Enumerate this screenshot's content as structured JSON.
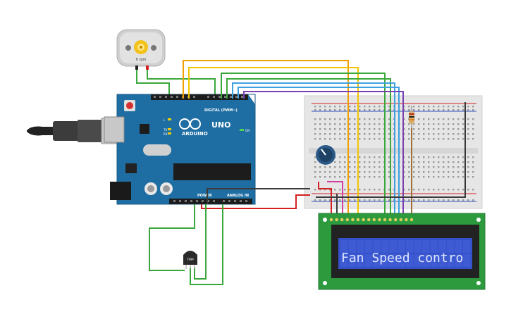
{
  "motor": {
    "label": "0 rpm"
  },
  "arduino": {
    "brand": "ARDUINO",
    "model": "UNO",
    "on_label": "ON",
    "digital_label": "DIGITAL (PWM~)",
    "power_label": "POWER",
    "analog_label": "ANALOG IN",
    "tx_label": "TX",
    "rx_label": "RX",
    "l_label": "L"
  },
  "sensor": {
    "label": "TMP"
  },
  "lcd": {
    "text": "Fan Speed contro"
  },
  "colors": {
    "board": "#1f6ea3",
    "breadboard": "#e6e6e6",
    "lcd_pcb": "#2e9a3e",
    "lcd_screen": "#3551c9",
    "wire_green": "#3aa83a",
    "wire_orange": "#f0a000",
    "wire_yellow": "#f5c400",
    "wire_blue": "#3fa0e0",
    "wire_purple": "#7a3fb0",
    "wire_red": "#d42020",
    "wire_dark": "#3a3a3a",
    "wire_magenta": "#d23fa0",
    "wire_brown": "#a0703a"
  }
}
